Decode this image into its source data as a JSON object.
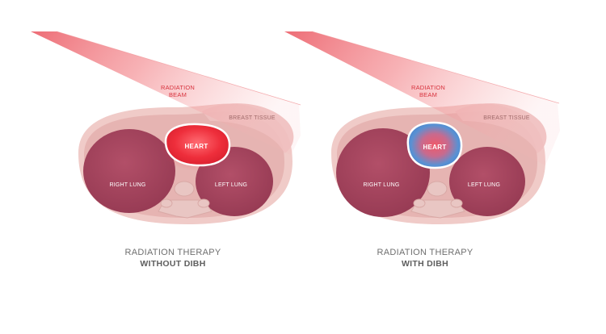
{
  "colors": {
    "beam": "#f26b6f",
    "heart_red": "#e8323a",
    "heart_blue": "#4c8fd0",
    "lung": "#a8455e",
    "skin": "#e8b9b6"
  },
  "panels": [
    {
      "beam_label_1": "RADIATION",
      "beam_label_2": "BEAM",
      "tissue_label": "BREAST TISSUE",
      "heart_label": "HEART",
      "right_lung_label": "RIGHT LUNG",
      "left_lung_label": "LEFT LUNG",
      "caption_line1": "RADIATION THERAPY",
      "caption_line2": "WITHOUT DIBH"
    },
    {
      "beam_label_1": "RADIATION",
      "beam_label_2": "BEAM",
      "tissue_label": "BREAST TISSUE",
      "heart_label": "HEART",
      "right_lung_label": "RIGHT LUNG",
      "left_lung_label": "LEFT LUNG",
      "caption_line1": "RADIATION THERAPY",
      "caption_line2": "WITH DIBH"
    }
  ]
}
